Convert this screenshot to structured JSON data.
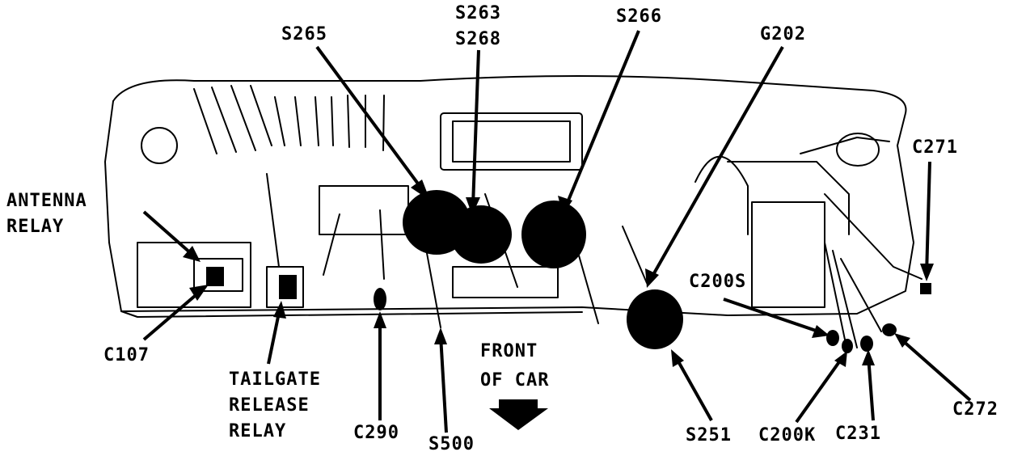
{
  "colors": {
    "ink": "#000000",
    "paper": "#ffffff"
  },
  "labels": {
    "s265": "S265",
    "s263": "S263",
    "s268": "S268",
    "s266": "S266",
    "g202": "G202",
    "c271": "C271",
    "antenna_relay_line1": "ANTENNA",
    "antenna_relay_line2": "RELAY",
    "c200s": "C200S",
    "c107": "C107",
    "tailgate_line1": "TAILGATE",
    "tailgate_line2": "RELEASE",
    "tailgate_line3": "RELAY",
    "c290": "C290",
    "s500": "S500",
    "front_line1": "FRONT",
    "front_line2": "OF CAR",
    "s251": "S251",
    "c200k": "C200K",
    "c231": "C231",
    "c272": "C272"
  }
}
